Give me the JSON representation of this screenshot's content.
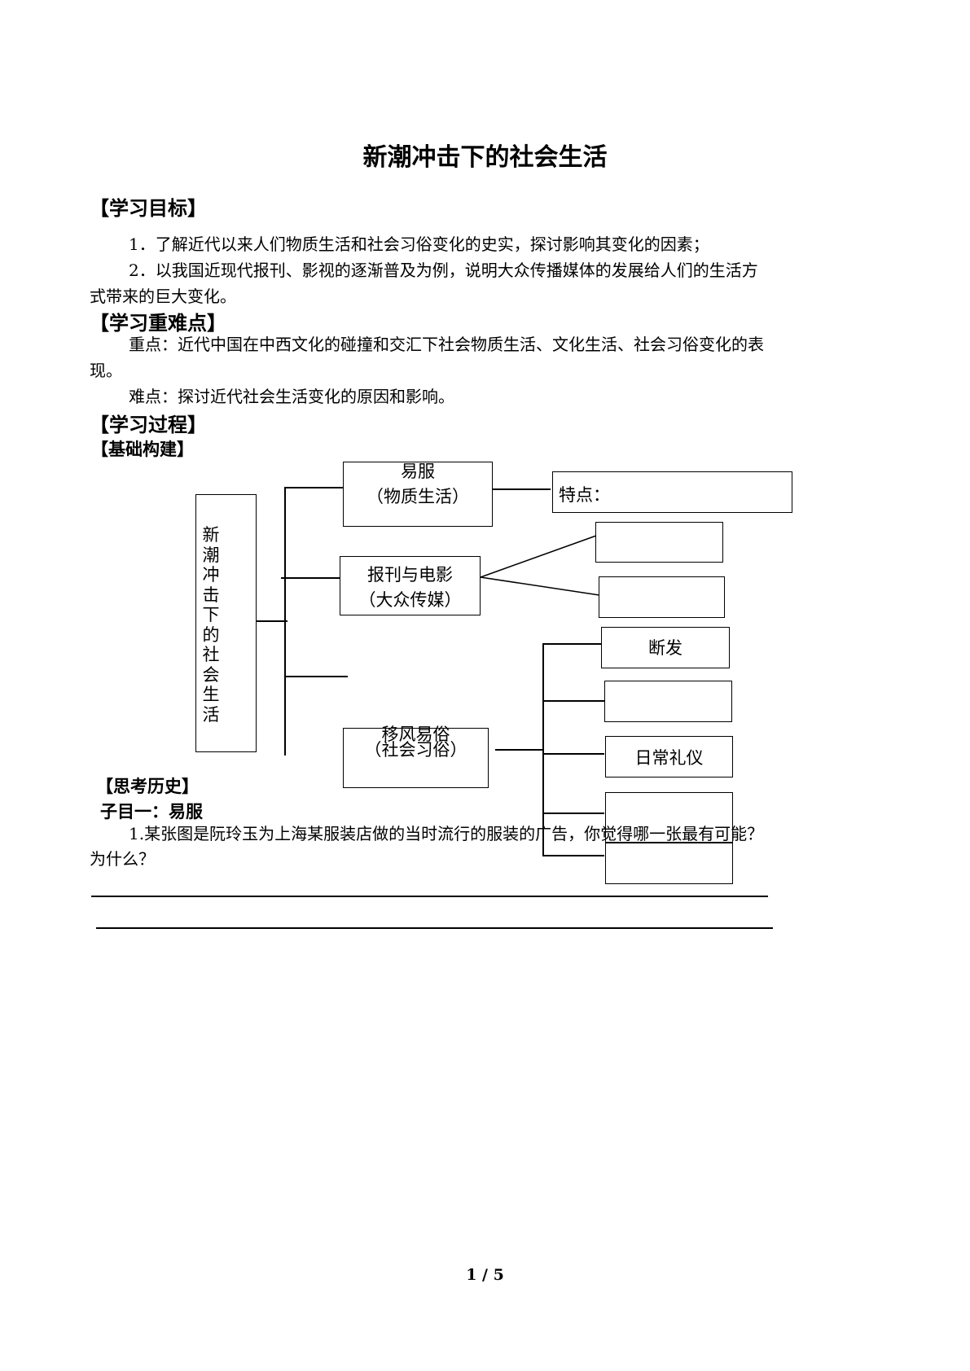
{
  "title": "新潮冲击下的社会生活",
  "objectives": {
    "heading": "【学习目标】",
    "item1": "1．了解近代以来人们物质生活和社会习俗变化的史实，探讨影响其变化的因素；",
    "item2_line1": "2．以我国近现代报刊、影视的逐渐普及为例，说明大众传播媒体的发展给人们的生活方",
    "item2_line2": "式带来的巨大变化。"
  },
  "key_points": {
    "heading": "【学习重难点】",
    "key_line1": "重点：近代中国在中西文化的碰撞和交汇下社会物质生活、文化生活、社会习俗变化的表",
    "key_line2": "现。",
    "difficult": "难点：探讨近代社会生活变化的原因和影响。"
  },
  "process": {
    "heading": "【学习过程】",
    "sub": "【基础构建】"
  },
  "diagram": {
    "root": "新潮冲击下的社会生活",
    "branch1_line1": "易服",
    "branch1_line2": "（物质生活）",
    "branch1_feature": "特点：",
    "branch2_line1": "报刊与电影",
    "branch2_line2": "（大众传媒）",
    "branch3_line1": "移风易俗",
    "branch3_line2": "（社会习俗）",
    "custom1": "断发",
    "custom3": "日常礼仪"
  },
  "thinking": {
    "heading": "【思考历史】",
    "subtopic": "子目一：易服",
    "q1_line1": "1.某张图是阮玲玉为上海某服装店做的当时流行的服装的广告，你觉得哪一张最有可能？",
    "q1_line2": "为什么？"
  },
  "page_number": "1 / 5"
}
